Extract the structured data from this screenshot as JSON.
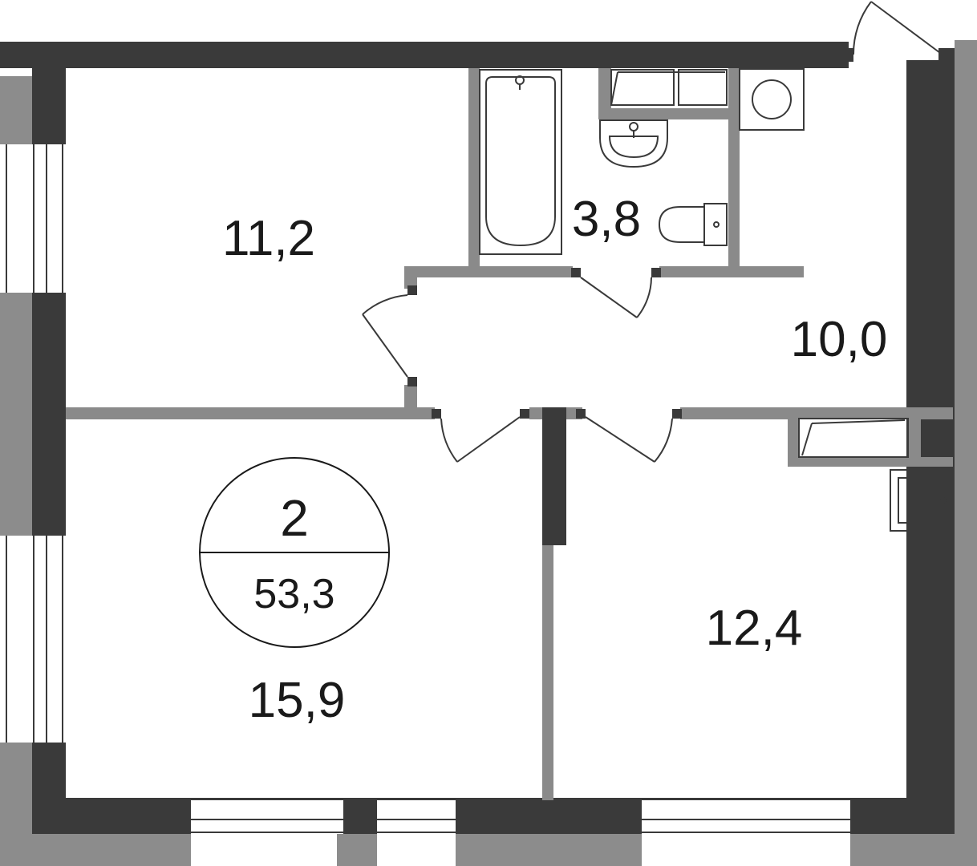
{
  "badge": {
    "rooms": "2",
    "total_area": "53,3"
  },
  "rooms": {
    "bedroom_top": "11,2",
    "bathroom": "3,8",
    "hallway": "10,0",
    "living_room": "15,9",
    "kitchen": "12,4"
  },
  "colors": {
    "outer_wall": "#3a3a3a",
    "inner_wall": "#8a8a8a",
    "facade": "#8c8c8c",
    "window": "#ffffff",
    "fixture_stroke": "#3a3a3a",
    "text": "#1a1a1a"
  }
}
